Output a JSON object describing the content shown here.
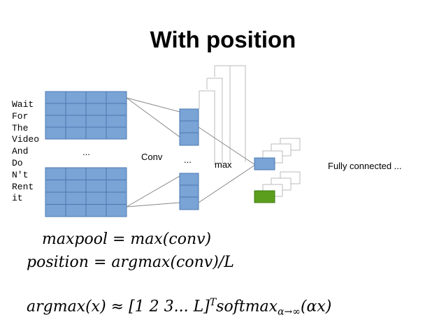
{
  "title": "With position",
  "words": [
    "Wait",
    "For",
    "The",
    "Video",
    "And",
    "Do",
    "N't",
    "Rent",
    "it"
  ],
  "labels": {
    "ellipsis_input": "...",
    "conv": "Conv",
    "ellipsis_conv": "...",
    "max": "max",
    "fully_connected": "Fully connected ..."
  },
  "formulas": {
    "maxpool": "maxpool = max(conv)",
    "position": "position = argmax(conv)/L",
    "argmax_lhs": "argmax(x) ≈ [1 2 3... L]",
    "argmax_sup": "T",
    "argmax_mid": "softmax",
    "argmax_sub": "α→∞",
    "argmax_rhs": "(αx)"
  },
  "colors": {
    "matrix_fill": "#7aa3d6",
    "matrix_stroke": "#4a78b0",
    "output_fill": "#5b9e1e",
    "connector": "#888888"
  }
}
